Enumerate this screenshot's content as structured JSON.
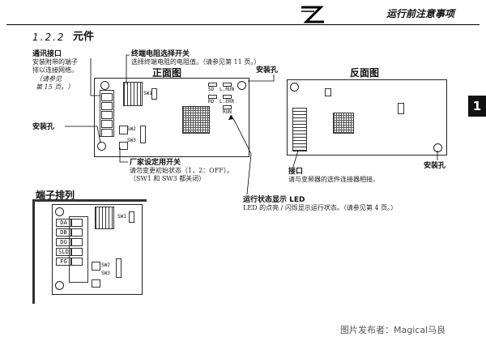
{
  "header": {
    "title": "运行前注意事项",
    "chapter_tab": "1"
  },
  "section": {
    "number": "1.2.2",
    "title": "元件"
  },
  "front": {
    "title": "正面图",
    "comm_port": {
      "title": "通讯接口",
      "desc": [
        "安装附带的端子",
        "排以连接网络。",
        "（请参见",
        "第 15 页。）"
      ]
    },
    "terminator": {
      "title": "终端电阻选择开关",
      "desc": "选择终端电阻的电阻值。（请参见第 11 页。）"
    },
    "mount_hole_top": "安装孔",
    "mount_hole_left": "安装孔",
    "factory_switch": {
      "title": "厂家设定用开关",
      "desc": [
        "请勿变更初始状态（1，2：OFF）。",
        "（SW1 和 SW3 都关闭）"
      ]
    },
    "led_labels": [
      "SD",
      "RD",
      "L.RUN",
      "L.ERR",
      "RUN"
    ],
    "sw_labels": [
      "SW1",
      "SW2",
      "SW3"
    ]
  },
  "back": {
    "title": "反面图",
    "connector": {
      "title": "接口",
      "desc": "请与变频器的选件连接器相接。"
    },
    "mount_hole": "安装孔"
  },
  "led_status": {
    "title": "运行状态显示 LED",
    "desc": "LED 的点亮 / 闪烁显示运行状态。（请参见第 4 页。）"
  },
  "terminal_block": {
    "title": "端子排列",
    "pins": [
      "DA",
      "DB",
      "DG",
      "SLD",
      "FG"
    ],
    "sw_labels": [
      "SW1",
      "SW2",
      "SW3"
    ]
  },
  "watermark": "图片发布者：Magical马良"
}
